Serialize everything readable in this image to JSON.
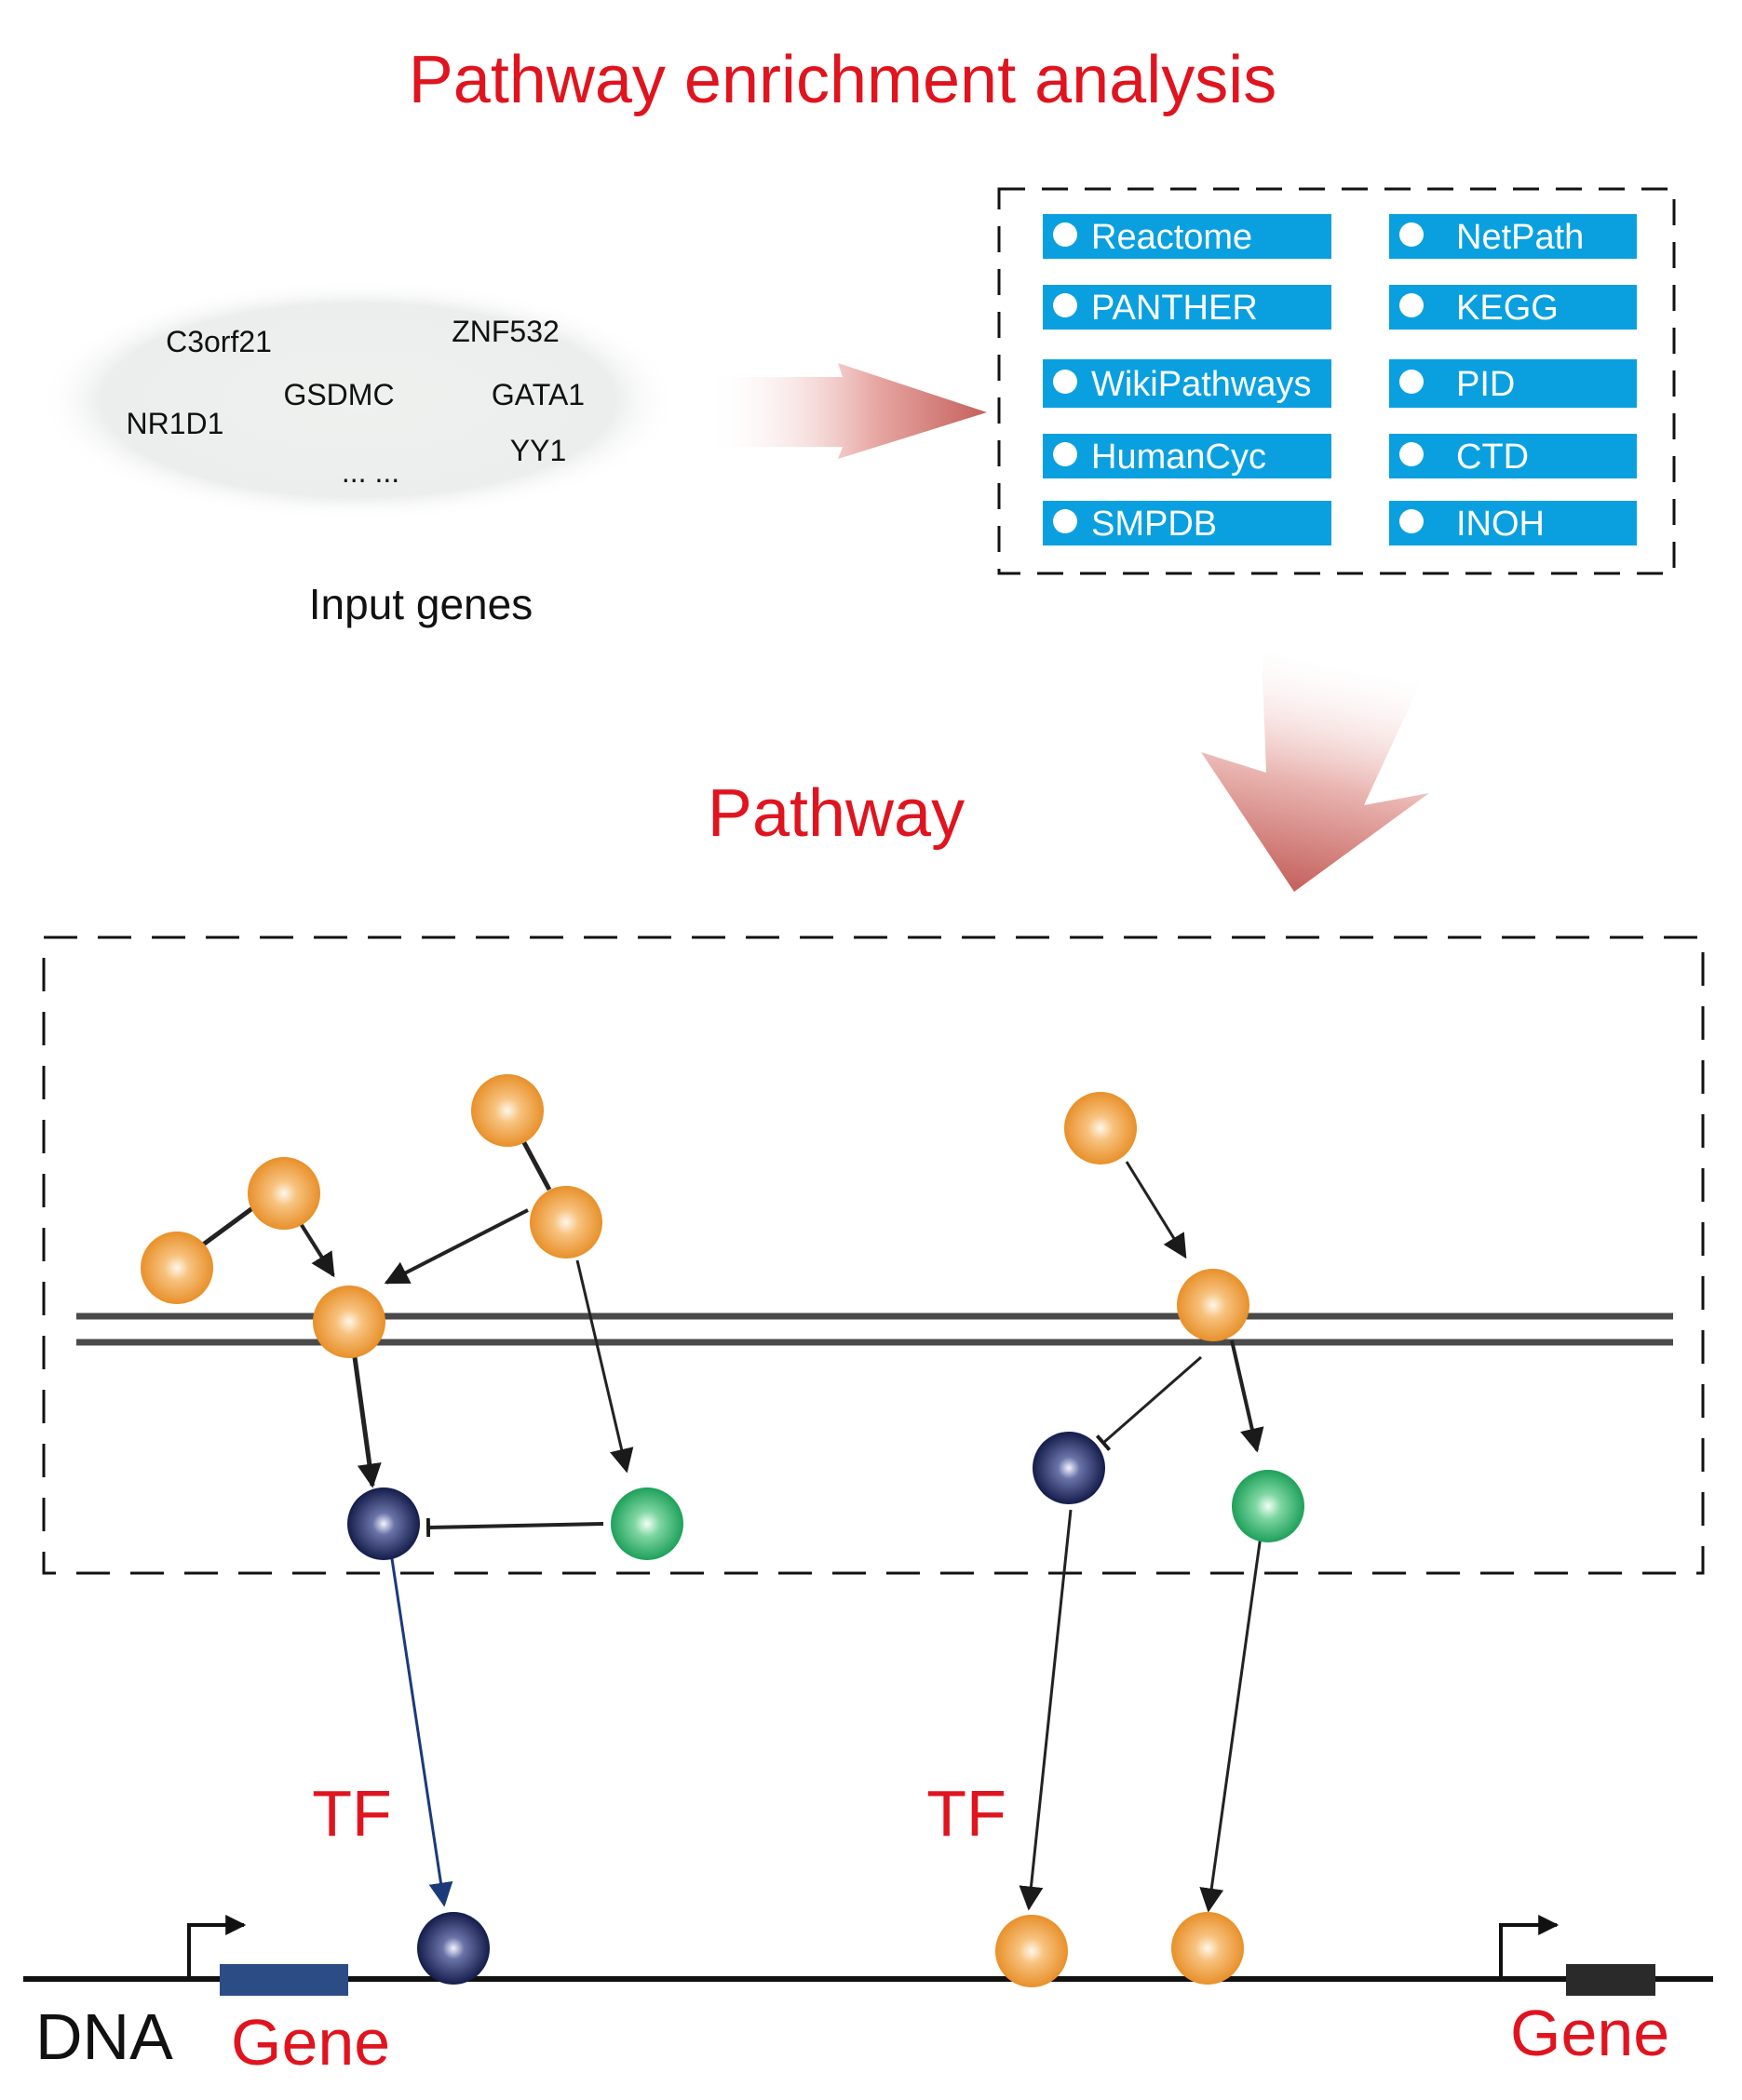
{
  "title": "Pathway enrichment analysis",
  "input": {
    "caption": "Input genes",
    "genes": [
      "C3orf21",
      "ZNF532",
      "GSDMC",
      "GATA1",
      "NR1D1",
      "YY1",
      "... ..."
    ]
  },
  "databases": [
    "Reactome",
    "NetPath",
    "PANTHER",
    "KEGG",
    "WikiPathways",
    "PID",
    "HumanCyc",
    "CTD",
    "SMPDB",
    "INOH"
  ],
  "pathway_heading": "Pathway",
  "tf_label_left": "TF",
  "tf_label_right": "TF",
  "dna_label": "DNA",
  "gene_label_left": "Gene",
  "gene_label_right": "Gene",
  "colors": {
    "title_red": "#e0141e",
    "db_blue": "#0aa0e0",
    "node_orange": "#f0a03c",
    "node_navy": "#1e2a5a",
    "node_green": "#32b46e",
    "tf_link_blue": "#1a3a7a",
    "membrane": "#4a4a4a"
  }
}
